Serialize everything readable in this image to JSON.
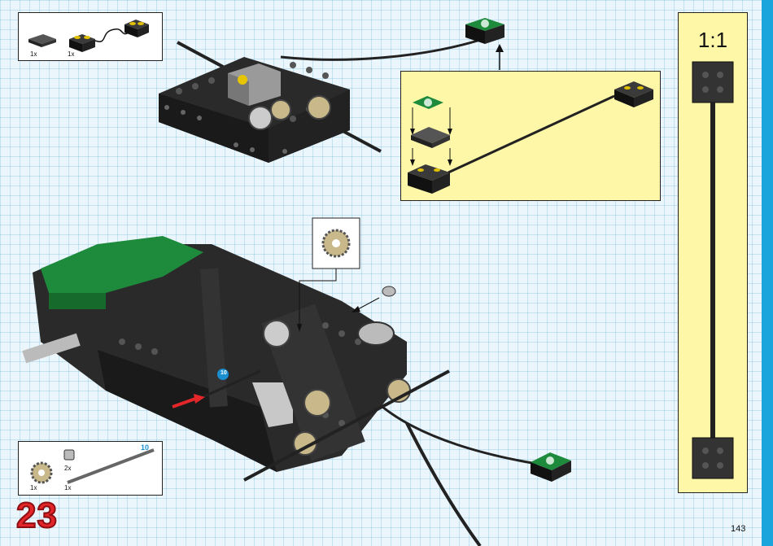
{
  "top_inventory": {
    "items": [
      {
        "qty": "1x",
        "icon": "tile-2x2-icon"
      },
      {
        "qty": "1x",
        "icon": "light-brick-with-cable-icon"
      }
    ]
  },
  "bottom_inventory": {
    "items": [
      {
        "qty": "1x",
        "icon": "gear-16-tooth-icon"
      },
      {
        "qty": "2x",
        "icon": "bush-icon"
      },
      {
        "qty": "1x",
        "icon": "axle-10-icon"
      }
    ],
    "axle_length": "10"
  },
  "callouts": {
    "axle_marker": "10"
  },
  "ruler": {
    "scale_label": "1:1"
  },
  "step": {
    "number": "23"
  },
  "page": {
    "number": "143"
  },
  "colors": {
    "background": "#eaf6fc",
    "edge_strip": "#1aa6dd",
    "callout_fill": "#fff7a8",
    "step_number": "#e3262a",
    "technic_black": "#2a2a2a",
    "technic_green": "#1e8a3c"
  }
}
